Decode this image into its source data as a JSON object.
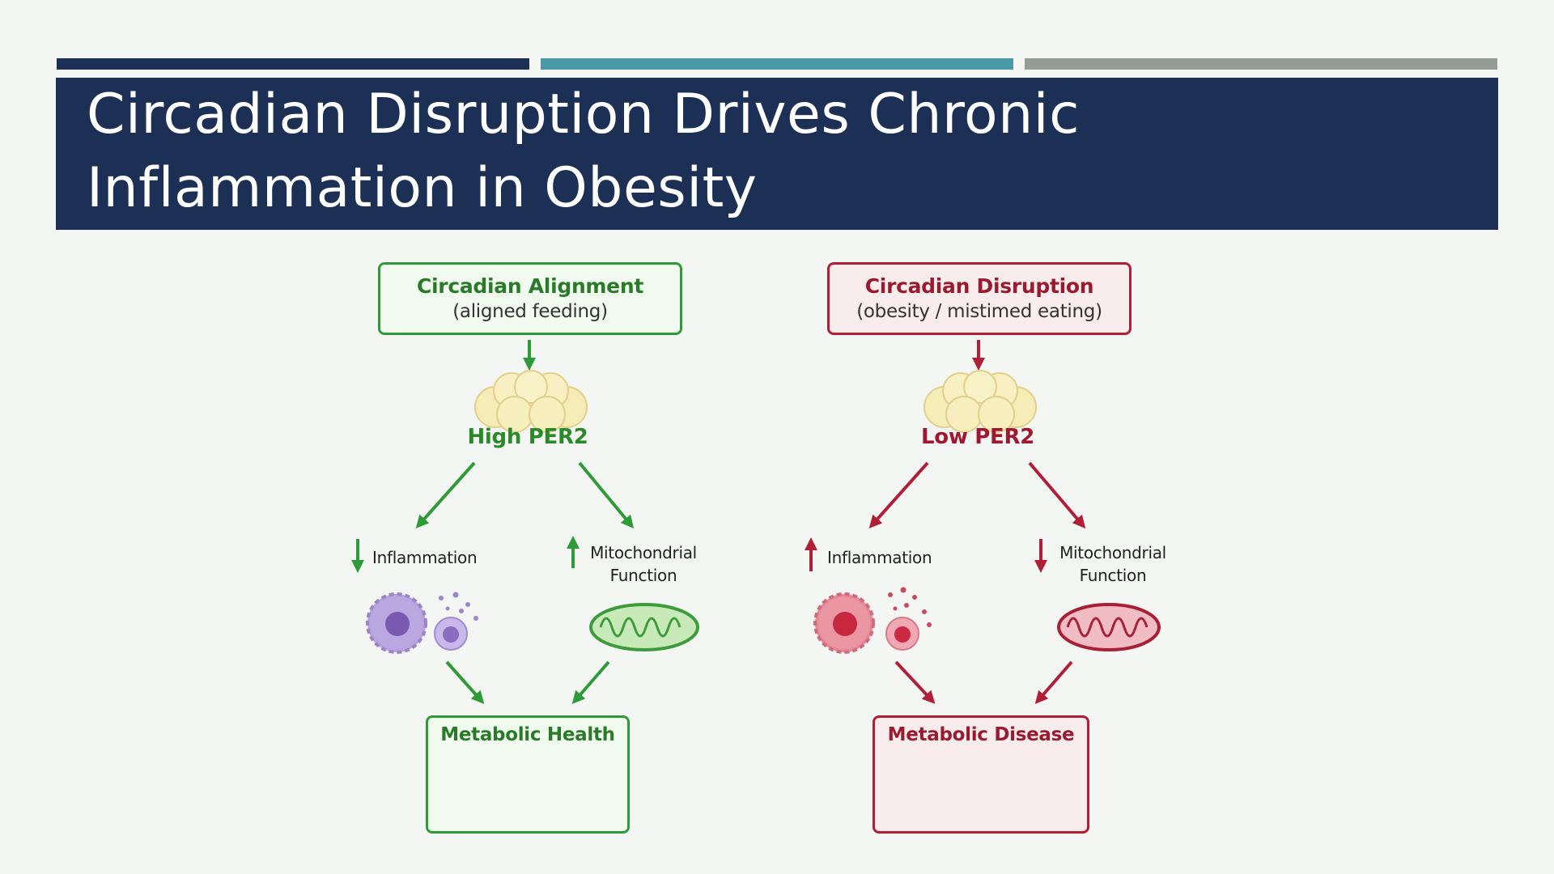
{
  "slide": {
    "title": "Circadian Disruption Drives Chronic Inflammation in Obesity",
    "colors": {
      "navy": "#1b3054",
      "teal": "#4a98a8",
      "grey": "#939d98",
      "green": "#2f9a38",
      "red": "#b01e38"
    }
  },
  "left": {
    "header_title": "Circadian Alignment",
    "header_sub": "(aligned feeding)",
    "per_label": "High PER2",
    "inflammation_label": "Inflammation",
    "inflammation_direction": "down",
    "mito_line1": "Mitochondrial",
    "mito_line2": "Function",
    "mito_direction": "up",
    "outcome": "Metabolic Health"
  },
  "right": {
    "header_title": "Circadian Disruption",
    "header_sub": "(obesity / mistimed eating)",
    "per_label": "Low PER2",
    "inflammation_label": "Inflammation",
    "inflammation_direction": "up",
    "mito_line1": "Mitochondrial",
    "mito_line2": "Function",
    "mito_direction": "down",
    "outcome": "Metabolic Disease"
  }
}
